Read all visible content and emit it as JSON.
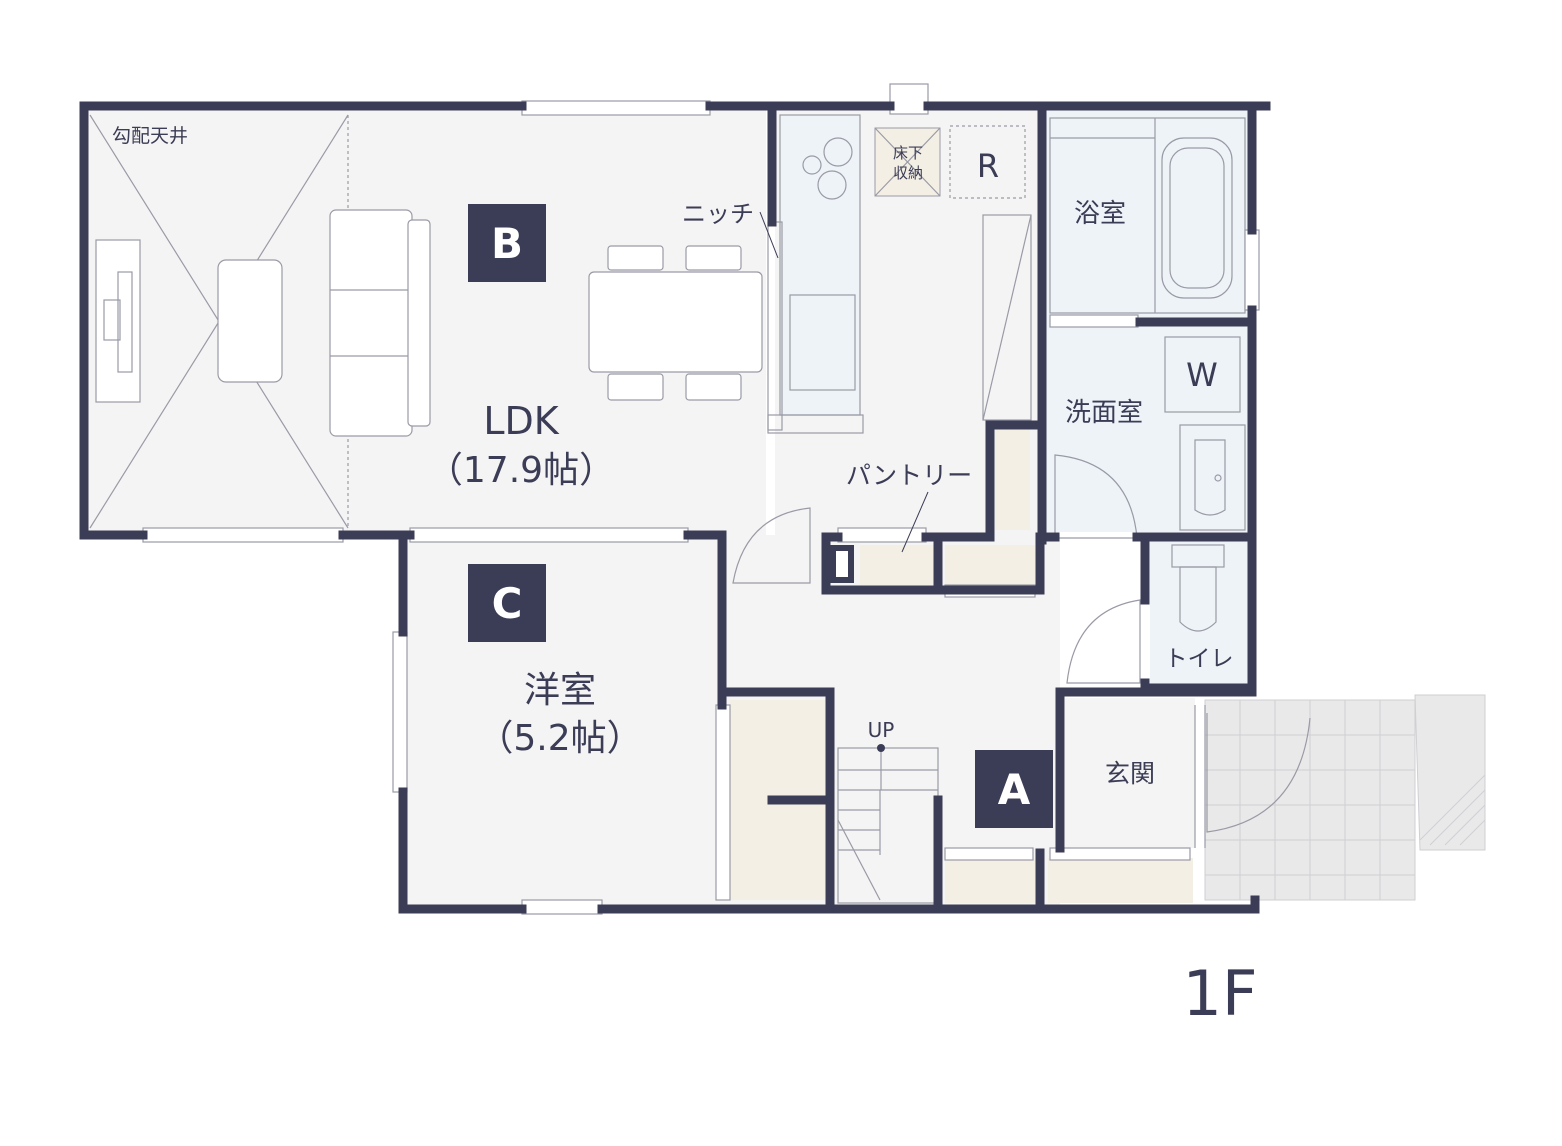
{
  "floor_label": "1F",
  "colors": {
    "wall": "#3b3c55",
    "floor": "#f4f4f4",
    "water_area": "#eef3f8",
    "storage": "#f3efe4",
    "badge": "#3b3c55",
    "line": "#9a9aa6",
    "exterior": "#e9e9e9"
  },
  "rooms": {
    "ldk_name": "LDK",
    "ldk_area": "（17.9帖）",
    "western_name": "洋室",
    "western_area": "（5.2帖）",
    "sloped_ceiling": "勾配天井",
    "niche": "ニッチ",
    "pantry": "パントリー",
    "underfloor_1": "床下",
    "underfloor_2": "収納",
    "fridge": "R",
    "bath": "浴室",
    "washroom": "洗面室",
    "washer": "W",
    "toilet": "トイレ",
    "entrance": "玄関",
    "stairs_up": "UP"
  },
  "badges": {
    "a": "A",
    "b": "B",
    "c": "C"
  }
}
